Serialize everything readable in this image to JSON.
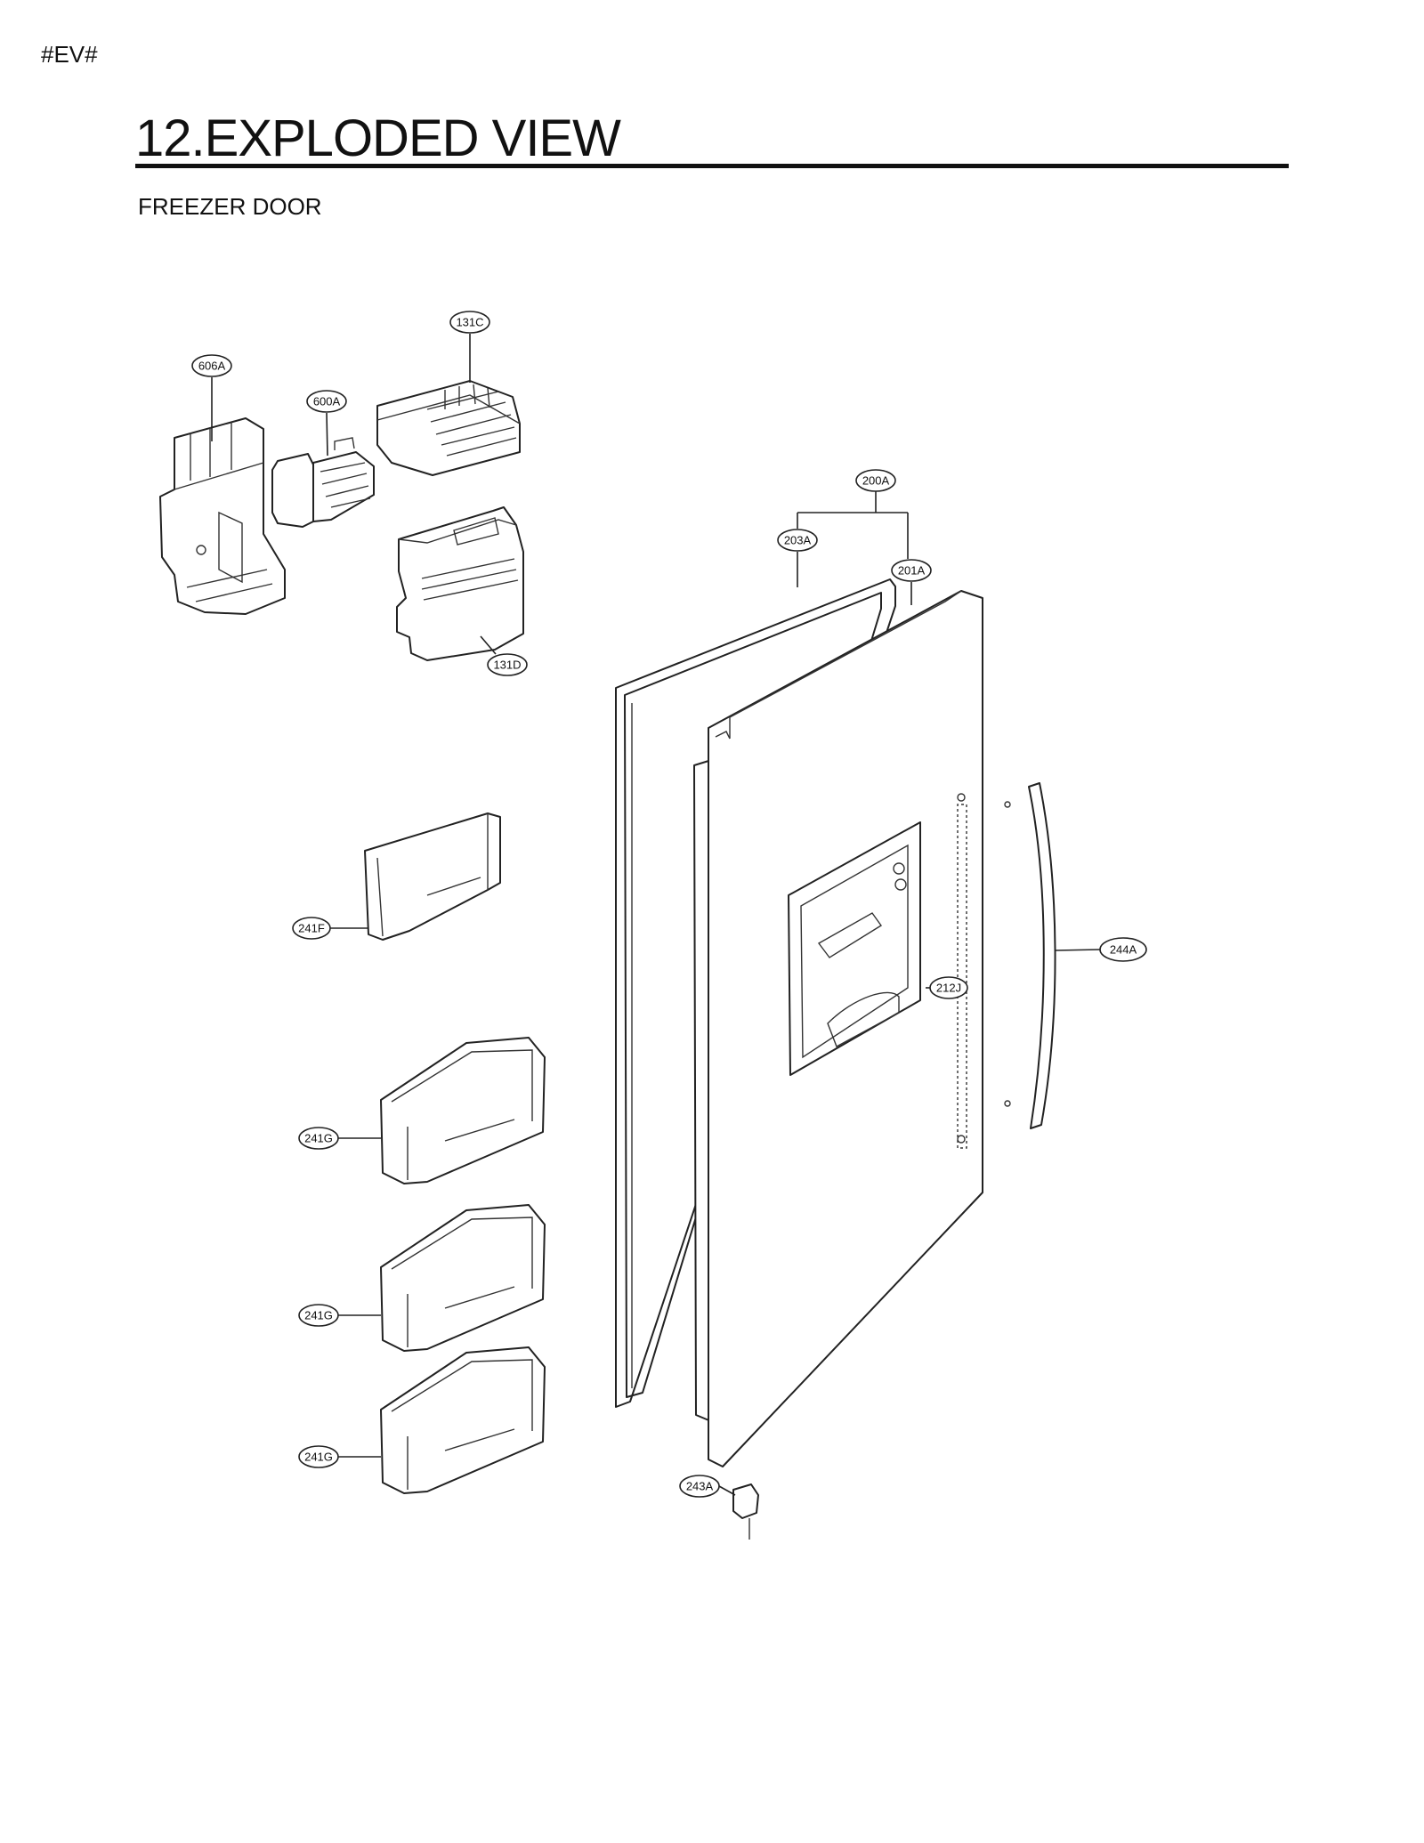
{
  "header": {
    "marker": "#EV#",
    "title": "12.EXPLODED VIEW",
    "subtitle": "FREEZER DOOR"
  },
  "labels": {
    "l131C": "131C",
    "l606A": "606A",
    "l600A": "600A",
    "l131D": "131D",
    "l200A": "200A",
    "l203A": "203A",
    "l201A": "201A",
    "l241F": "241F",
    "l244A": "244A",
    "l212J": "212J",
    "l241G_1": "241G",
    "l241G_2": "241G",
    "l241G_3": "241G",
    "l243A": "243A"
  }
}
